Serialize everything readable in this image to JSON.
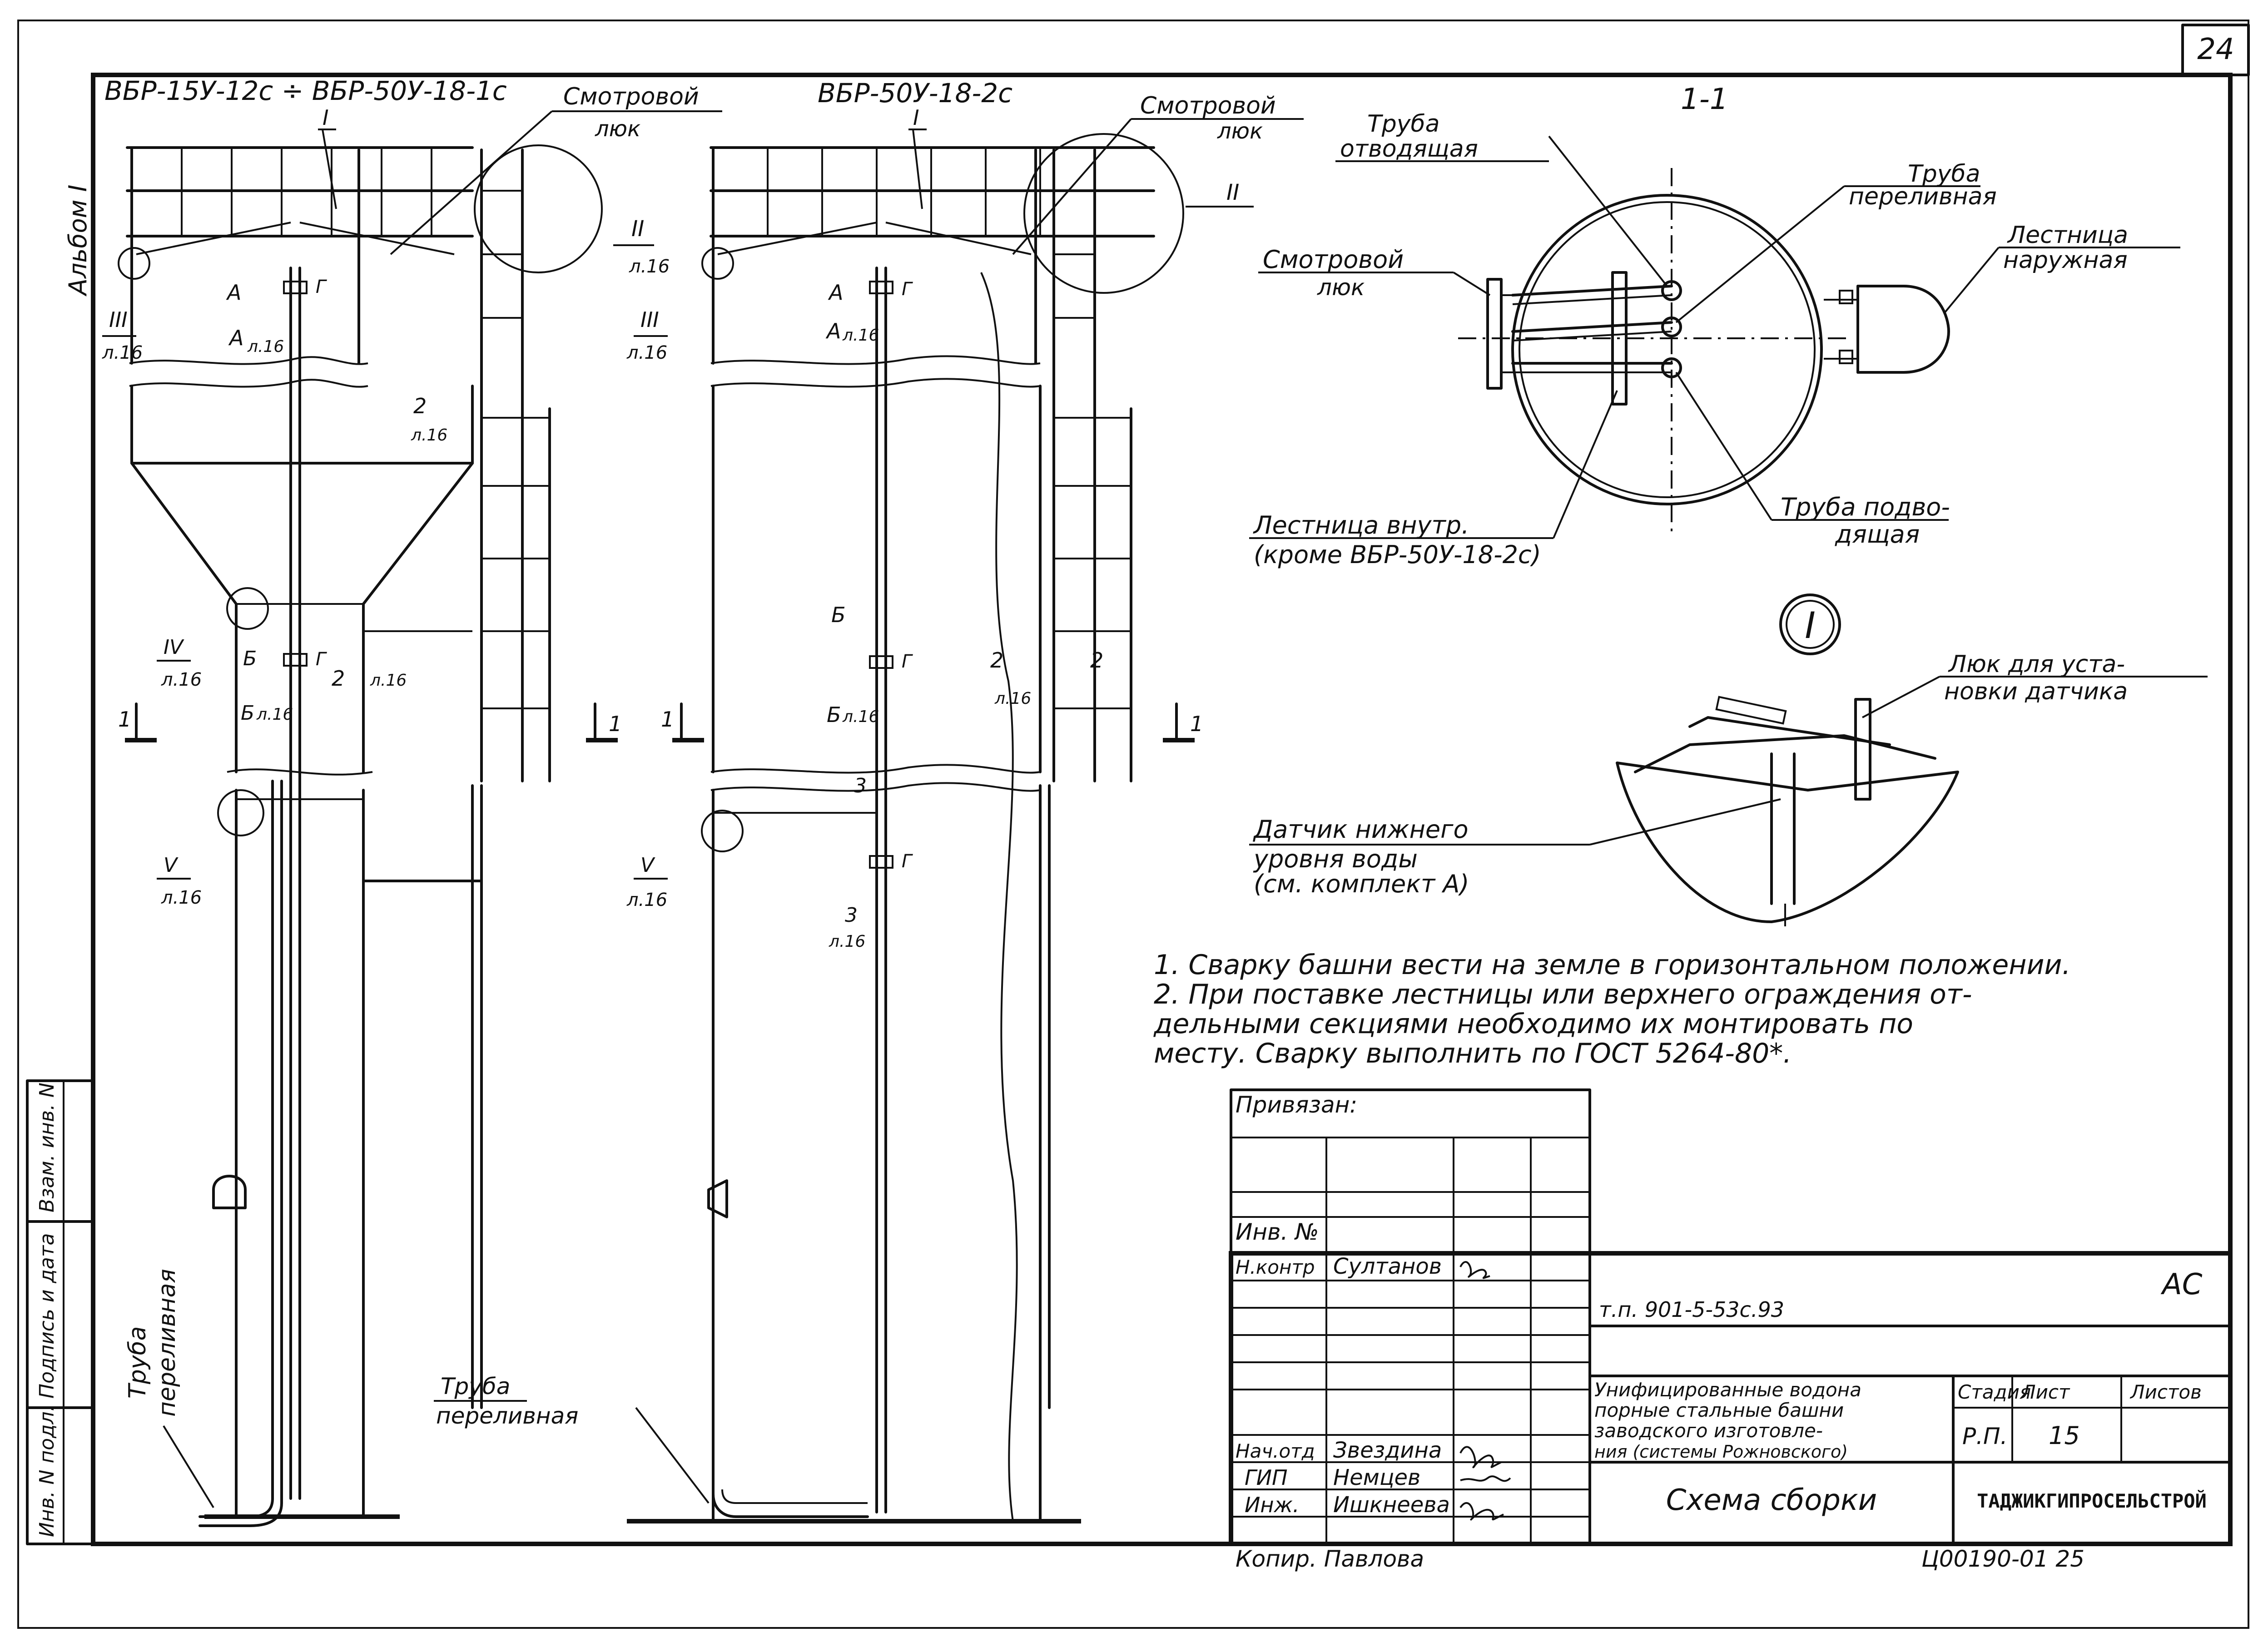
{
  "sheet": {
    "number": "24"
  },
  "side_stamp": {
    "album": "Альбом I",
    "inv_no_podl": "Инв. N подл.",
    "podpis_data": "Подпись и дата",
    "vzam_inv": "Взам. инв. N"
  },
  "views": {
    "left_title": "ВБР-15У-12с ÷ ВБР-50У-18-1с",
    "middle_title": "ВБР-50У-18-2с",
    "section_title": "1-1"
  },
  "callouts": {
    "smotr_lyuk_1": "Смотровой",
    "smotr_lyuk_2": "люк",
    "truba_otv_1": "Труба",
    "truba_otv_2": "отводящая",
    "truba_perel_1": "Труба",
    "truba_perel_2": "переливная",
    "lestn_nar_1": "Лестница",
    "lestn_nar_2": "наружная",
    "lestn_vnutr_1": "Лестница внутр.",
    "lestn_vnutr_2": "(кроме ВБР-50У-18-2с)",
    "truba_podv_1": "Труба подво-",
    "truba_podv_2": "дящая",
    "lyuk_datch_1": "Люк для уста-",
    "lyuk_datch_2": "новки датчика",
    "datchik_1": "Датчик нижнего",
    "datchik_2": "уровня воды",
    "datchik_3": "(см. комплект А)",
    "detail_I": "I",
    "detail_II": "II",
    "detail_III": "III",
    "detail_IV": "IV",
    "detail_V": "V",
    "sheet_ref": "л.16",
    "sec_A": "А",
    "sec_B": "Б",
    "sec_1": "1",
    "sec_2": "2",
    "sec_3": "3",
    "mark_G": "Г",
    "perel_bottom_1": "Труба",
    "perel_bottom_2": "переливная"
  },
  "notes": [
    "1. Сварку башни вести на земле в горизонтальном положении.",
    "2. При поставке лестницы или верхнего ограждения от-",
    "дельными секциями необходимо их монтировать по",
    "месту. Сварку выполнить по ГОСТ 5264-80*."
  ],
  "title_block": {
    "privyazan": "Привязан:",
    "inv_no": "Инв. №",
    "doc_code": "т.п. 901-5-53с.93",
    "section": "АС",
    "n_kontr_role": "Н.контр",
    "n_kontr_name": "Султанов",
    "nach_otd_role": "Нач.отд",
    "nach_otd_name": "Звездина",
    "gip_role": "ГИП",
    "gip_name": "Немцев",
    "inzh_role": "Инж.",
    "inzh_name": "Ишкнеева",
    "project_1": "Унифицированные водона",
    "project_2": "порные стальные башни",
    "project_3": "заводского изготовле-",
    "project_4": "ния (системы Рожновского)",
    "stage_hdr": "Стадия",
    "sheet_hdr": "Лист",
    "sheets_hdr": "Листов",
    "stage_val": "Р.П.",
    "sheet_val": "15",
    "sheets_val": "",
    "drawing_title": "Схема сборки",
    "org": "ТАДЖИКГИПРОСЕЛЬСТРОЙ",
    "copied": "Копир. Павлова",
    "archive": "Ц00190-01  25"
  }
}
